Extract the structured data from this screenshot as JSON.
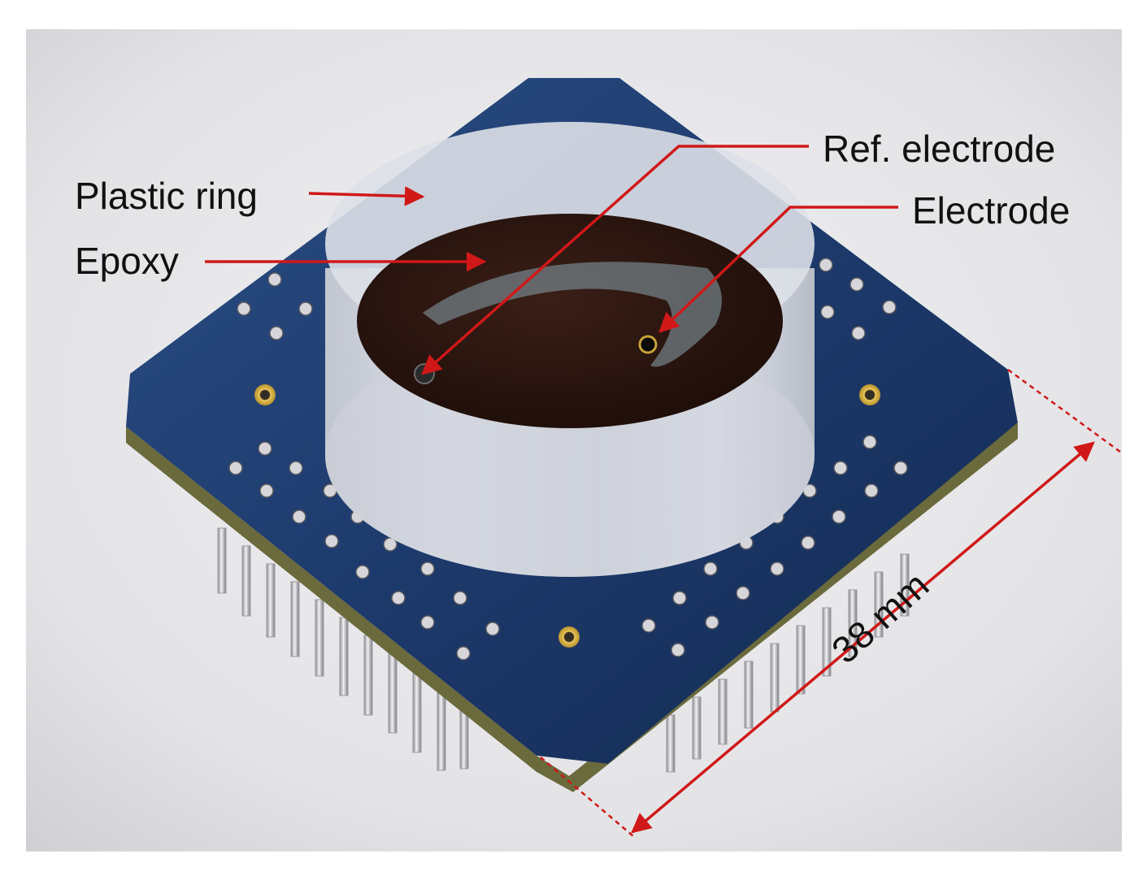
{
  "figure": {
    "labels": {
      "plastic_ring": "Plastic ring",
      "epoxy": "Epoxy",
      "ref_electrode": "Ref. electrode",
      "electrode": "Electrode",
      "dimension": "38 mm"
    },
    "colors": {
      "annotation": "#d01818",
      "pcb": "#1e3a6a",
      "epoxy": "#2a1410",
      "ring": "#c8ccd4",
      "background": "#e6e6e8"
    }
  }
}
